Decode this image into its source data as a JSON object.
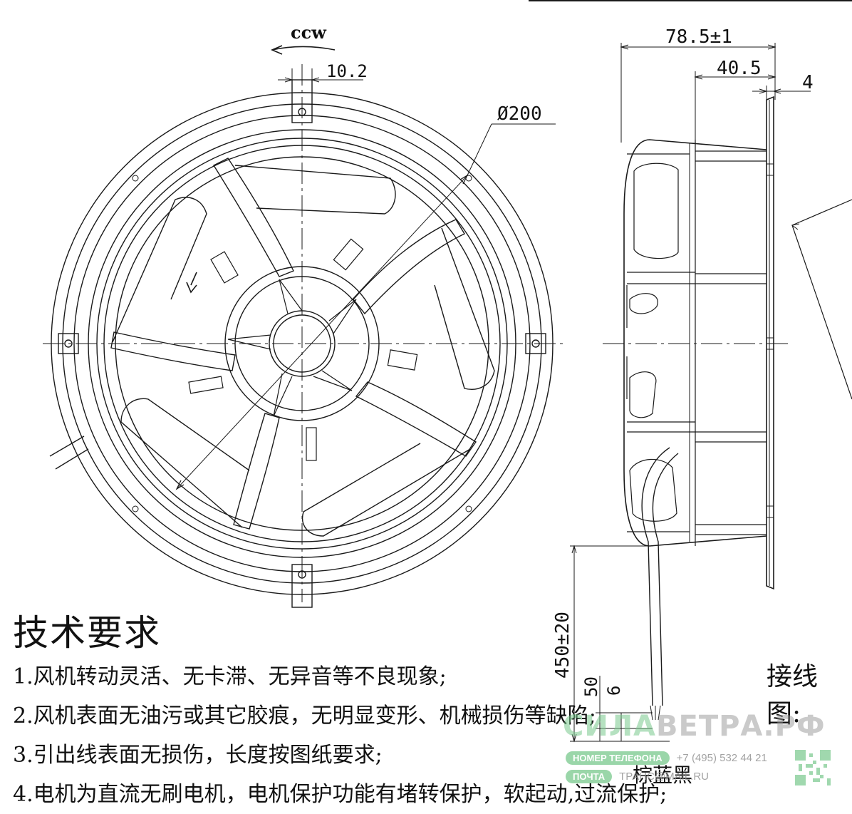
{
  "front_view": {
    "rotation": "ccw",
    "slot_width": "10.2",
    "diameter": "Ø200"
  },
  "side_view": {
    "overall_depth": "78.5±1",
    "depth_2": "40.5",
    "flange_thickness": "4",
    "lead_length": "450±20",
    "strip_length": "50",
    "tin_length": "6"
  },
  "requirements": {
    "title": "技术要求",
    "items": [
      "1.风机转动灵活、无卡滞、无异音等不良现象;",
      "2.风机表面无油污或其它胶痕，无明显变形、机械损伤等缺陷;",
      "3.引出线表面无损伤，长度按图纸要求;",
      "4.电机为直流无刷电机，电机保护功能有堵转保护，软起动,过流保护;"
    ]
  },
  "wiring": {
    "label": "接线图:",
    "wire_colors": "棕蓝黑"
  },
  "watermark": {
    "brand_a": "СИЛА",
    "brand_b": "ВЕТРА.РФ",
    "phone_label": "НОМЕР ТЕЛЕФОНА",
    "phone_value": "+7 (495) 532 44 21",
    "email_label": "ПОЧТА",
    "email_value": "ТРАНС@MAIL.RU"
  },
  "colors": {
    "line": "#1a1a1a",
    "watermark_green": "#78c88c"
  }
}
